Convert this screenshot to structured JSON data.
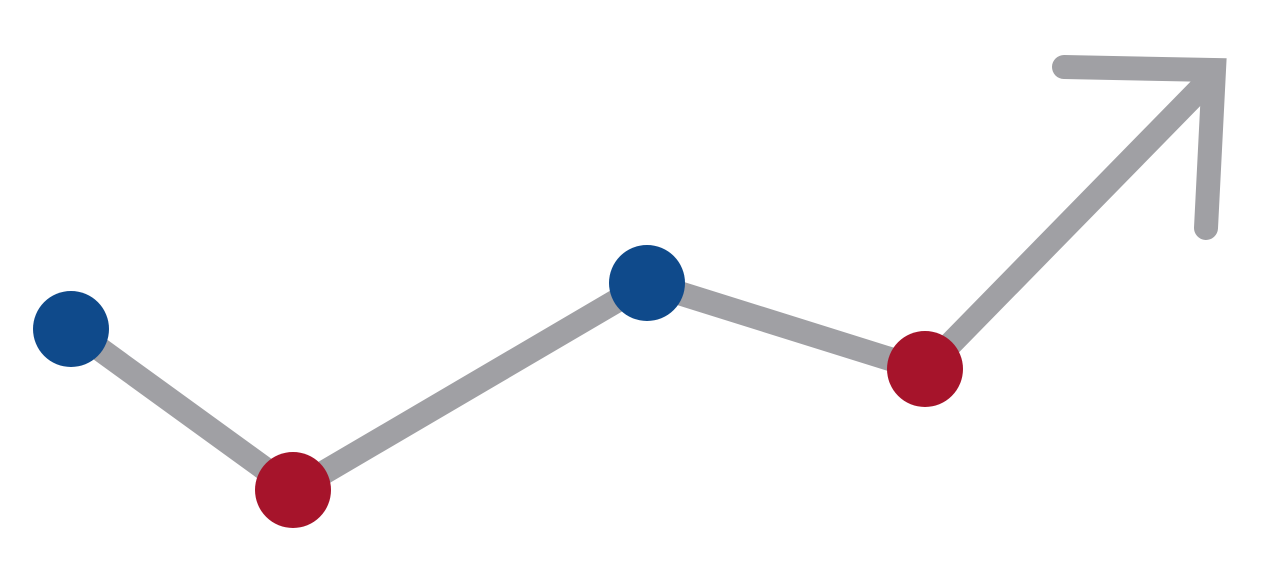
{
  "graphic": {
    "icon": "upward-trend-arrow-icon",
    "colors": {
      "line": "#A0A0A4",
      "blue_marker": "#0F4A8B",
      "red_marker": "#A6142B",
      "background": "#FFFFFF"
    },
    "markers": [
      {
        "color_key": "blue_marker"
      },
      {
        "color_key": "red_marker"
      },
      {
        "color_key": "blue_marker"
      },
      {
        "color_key": "red_marker"
      }
    ]
  }
}
